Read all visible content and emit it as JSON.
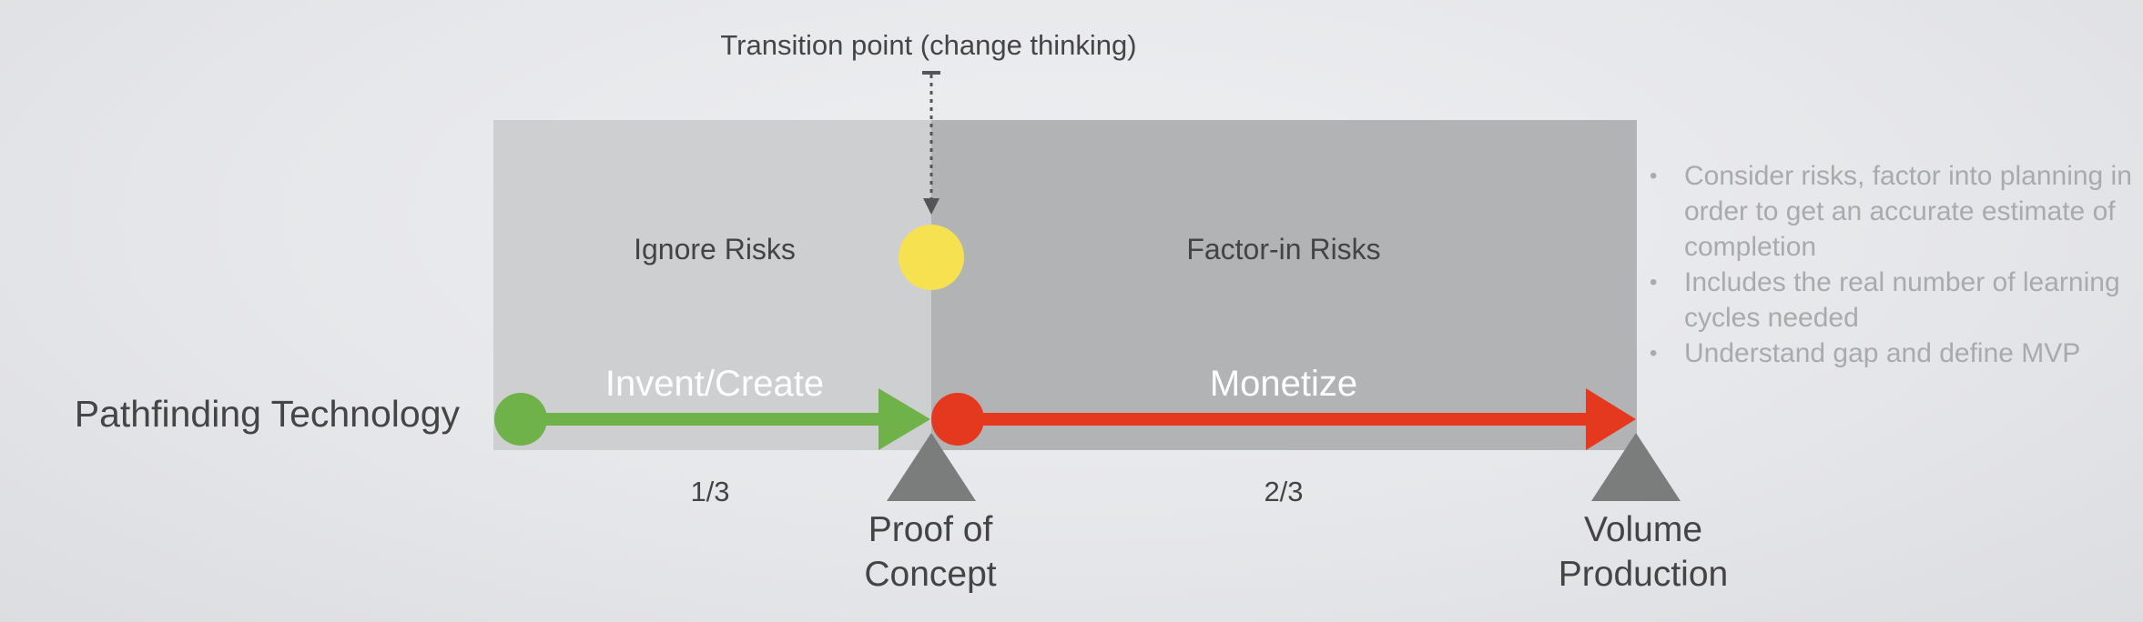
{
  "diagram": {
    "transition_label": "Transition point (change thinking)",
    "regions": {
      "ignore": "Ignore Risks",
      "factor": "Factor-in Risks"
    },
    "phases": {
      "invent": "Invent/Create",
      "monetize": "Monetize"
    },
    "row_label": "Pathfinding Technology",
    "fractions": {
      "first": "1/3",
      "second": "2/3"
    },
    "milestones": {
      "poc_line1": "Proof of",
      "poc_line2": "Concept",
      "vp_line1": "Volume",
      "vp_line2": "Production"
    },
    "notes": [
      "Consider risks, factor into planning in order to get an accurate estimate of completion",
      "Includes the real number of learning cycles needed",
      "Understand gap and define MVP"
    ],
    "colors": {
      "invent_arrow": "#6fb24a",
      "monetize_arrow": "#e5391f",
      "transition_dot": "#f6e251",
      "milestone_marker": "#7b7d7c",
      "ignore_region": "#cdcfd1",
      "factor_region": "#b1b3b4"
    }
  }
}
